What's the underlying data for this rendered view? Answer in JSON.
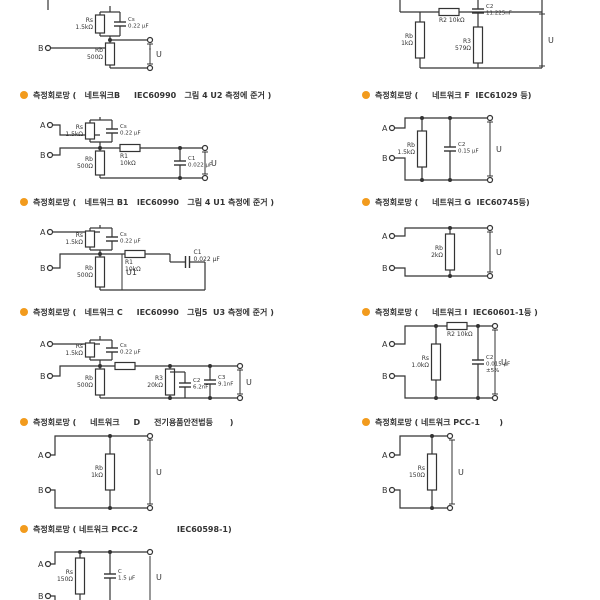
{
  "accent_color": "#f29b1d",
  "terminals": {
    "a": "A",
    "b": "B"
  },
  "voltage_label": "U",
  "headers": {
    "b": "측정회로망 (   네트워크B     IEC60990   그림 4 U2 측정에 준거 )",
    "f": "측정회로망 (     네트워크 F  IEC61029 등)",
    "b1": "측정회로망 (   네트워크 B1   IEC60990   그림 4 U1 측정에 준거 )",
    "g": "측정회로망 (     네트워크 G  IEC60745등)",
    "c": "측정회로망 (   네트워크 C     IEC60990   그림5  U3 측정에 준거 )",
    "i": "측정회로망 (     네트워크 I  IEC60601-1등 )",
    "d": "측정회로망 (     네트워크     D     전기용품안전법등      )",
    "pcc1": "측정회로망 ( 네트워크 PCC-1       )",
    "pcc2": "측정회로망 ( 네트워크 PCC-2              IEC60598-1)"
  },
  "components": {
    "top_left": {
      "rs": "Rs\n1.5kΩ",
      "cs": "Cs\n0.22 μF",
      "rb": "Rb\n500Ω"
    },
    "top_right": {
      "rb": "Rb\n1kΩ",
      "r2": "R2  10kΩ",
      "c2": "C2\n11.225nF",
      "r3": "R3\n579Ω"
    },
    "b": {
      "rs": "Rs\n1.5kΩ",
      "cs": "Cs\n0.22 μF",
      "rb": "Rb\n500Ω",
      "r1": "R1\n10kΩ",
      "c1": "C1\n0.022 μF"
    },
    "f": {
      "rb": "Rb\n1.5kΩ",
      "c2": "C2\n0.15 μF"
    },
    "b1": {
      "rs": "Rs\n1.5kΩ",
      "cs": "Cs\n0.22 μF",
      "rb": "Rb\n500Ω",
      "u1": "U1",
      "r1": "R1\n10kΩ",
      "c1": "C1\n0.022 μF"
    },
    "g": {
      "rb": "Rb\n2kΩ"
    },
    "c": {
      "rs": "Rs\n1.5kΩ",
      "cs": "Cs\n0.22 μF",
      "rb": "Rb\n500Ω",
      "r3": "R3\n20kΩ",
      "c2": "C2\n6.2nF",
      "c3": "C3\n9.1nF"
    },
    "i": {
      "r2": "R2  10kΩ",
      "rs": "Rs\n1.0kΩ",
      "c2": "C2\n0.015 μF\n±5%"
    },
    "d": {
      "rb": "Rb\n1kΩ"
    },
    "pcc1": {
      "rs": "Rs\n150Ω"
    },
    "pcc2": {
      "rs": "Rs\n150Ω",
      "c": "C\n1.5 μF"
    }
  }
}
